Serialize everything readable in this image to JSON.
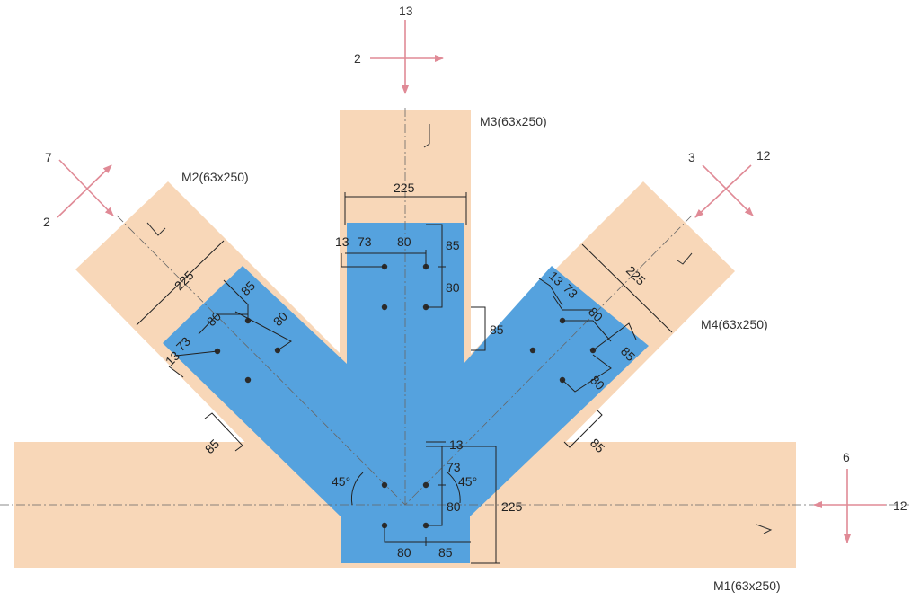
{
  "colors": {
    "timber": "#f8d7b8",
    "plate": "#55a2de",
    "bolt": "#2b2b2b",
    "dimension": "#222222",
    "axis_arrow": "#e08a96",
    "centerline": "#666666"
  },
  "members": {
    "m1": "M1(63x250)",
    "m2": "M2(63x250)",
    "m3": "M3(63x250)",
    "m4": "M4(63x250)"
  },
  "axes": {
    "top": {
      "a": "13",
      "b": "2"
    },
    "left": {
      "a": "7",
      "b": "2"
    },
    "right": {
      "a": "3",
      "b": "12"
    },
    "bottom": {
      "a": "6",
      "b": "12"
    }
  },
  "dimensions": {
    "m3_width": "225",
    "m3_edge": "13",
    "m3_row1": "73",
    "m3_row2": "80",
    "m3_col1": "85",
    "m3_col2": "80",
    "m3_gap": "85",
    "m2_width": "225",
    "m2_a": "85",
    "m2_b": "80",
    "m2_c": "80",
    "m2_d": "73",
    "m2_e": "13",
    "m2_gap": "85",
    "m4_width": "225",
    "m4_a": "13",
    "m4_b": "73",
    "m4_c": "80",
    "m4_d": "85",
    "m4_e": "80",
    "m4_gap": "85",
    "m1_edge": "13",
    "m1_a": "73",
    "m1_b": "80",
    "m1_height": "225",
    "m1_c": "80",
    "m1_d": "85"
  },
  "angles": {
    "left": "45°",
    "right": "45°"
  }
}
